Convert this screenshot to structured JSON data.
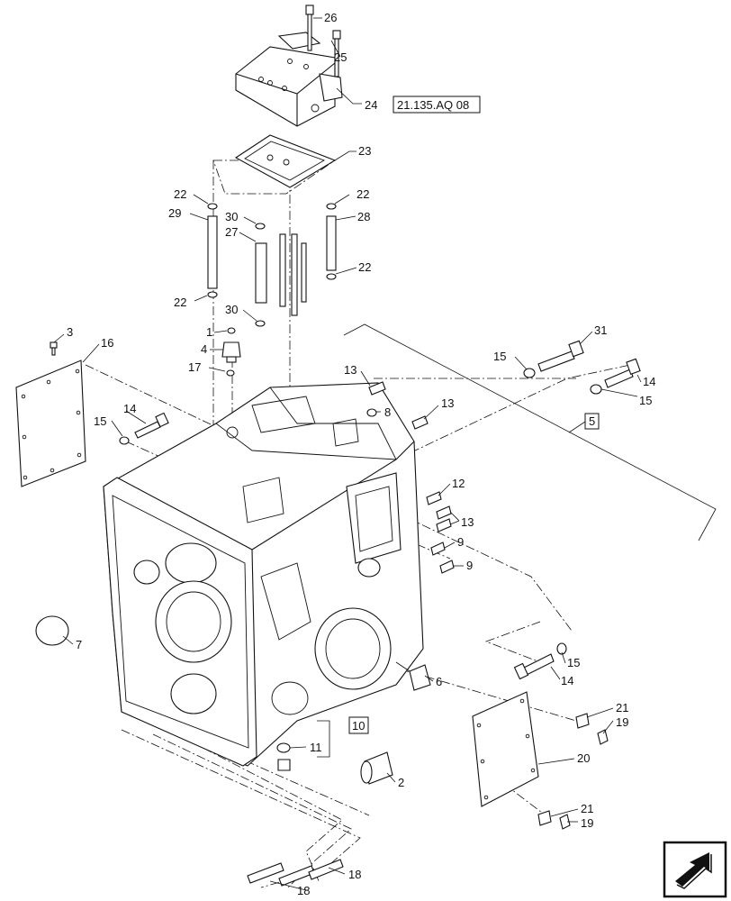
{
  "callouts": {
    "c1": "1",
    "c2": "2",
    "c3": "3",
    "c4": "4",
    "c6": "6",
    "c7": "7",
    "c8": "8",
    "c9a": "9",
    "c9b": "9",
    "c11": "11",
    "c12": "12",
    "c13a": "13",
    "c13b": "13",
    "c13c": "13",
    "c14a": "14",
    "c14b": "14",
    "c14c": "14",
    "c15a": "15",
    "c15b": "15",
    "c15c": "15",
    "c15d": "15",
    "c16": "16",
    "c17": "17",
    "c18a": "18",
    "c18b": "18",
    "c19a": "19",
    "c19b": "19",
    "c20": "20",
    "c21a": "21",
    "c21b": "21",
    "c22a": "22",
    "c22b": "22",
    "c22c": "22",
    "c22d": "22",
    "c23": "23",
    "c24": "24",
    "c25": "25",
    "c26": "26",
    "c27": "27",
    "c28": "28",
    "c29": "29",
    "c30a": "30",
    "c30b": "30",
    "c31": "31"
  },
  "references": {
    "r24": "21.135.AQ 08",
    "r5": "5",
    "r10": "10"
  },
  "icons": {
    "nav": "navigation-arrow-icon"
  }
}
